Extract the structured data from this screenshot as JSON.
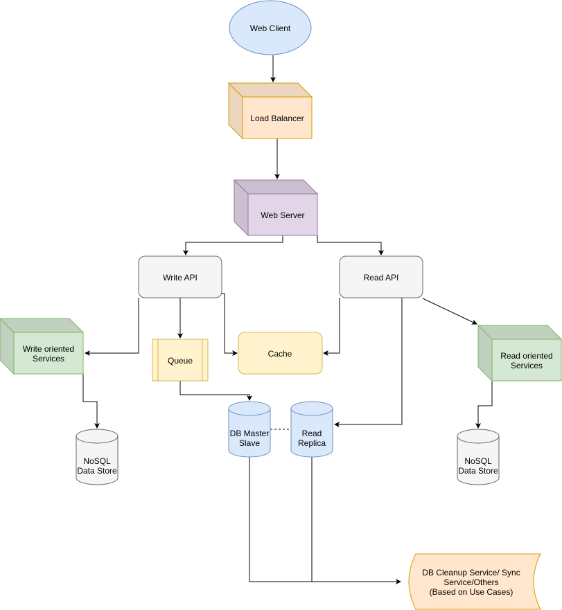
{
  "colors": {
    "blue_fill": "#dae8fc",
    "blue_stroke": "#6c8ebf",
    "orange_fill": "#ffe6cc",
    "orange_stroke": "#d79b00",
    "purple_fill": "#e1d5e7",
    "purple_stroke": "#9673a6",
    "green_fill": "#d5e8d4",
    "green_stroke": "#82b366",
    "grey_fill": "#f5f5f5",
    "grey_stroke": "#666666",
    "yellow_fill": "#fff2cc",
    "yellow_stroke": "#d6b656"
  },
  "nodes": {
    "web_client": "Web Client",
    "load_balancer": "Load Balancer",
    "web_server": "Web Server",
    "write_api": "Write API",
    "read_api": "Read API",
    "write_services": [
      "Write oriented",
      "Services"
    ],
    "read_services": [
      "Read oriented",
      "Services"
    ],
    "queue": "Queue",
    "cache": "Cache",
    "db_master": [
      "DB Master",
      "Slave"
    ],
    "read_replica": [
      "Read",
      "Replica"
    ],
    "nosql_left": [
      "NoSQL",
      "Data Store"
    ],
    "nosql_right": [
      "NoSQL",
      "Data Store"
    ],
    "db_cleanup": [
      "DB Cleanup Service/ Sync",
      "Service/Others",
      "(Based on Use Cases)"
    ]
  }
}
